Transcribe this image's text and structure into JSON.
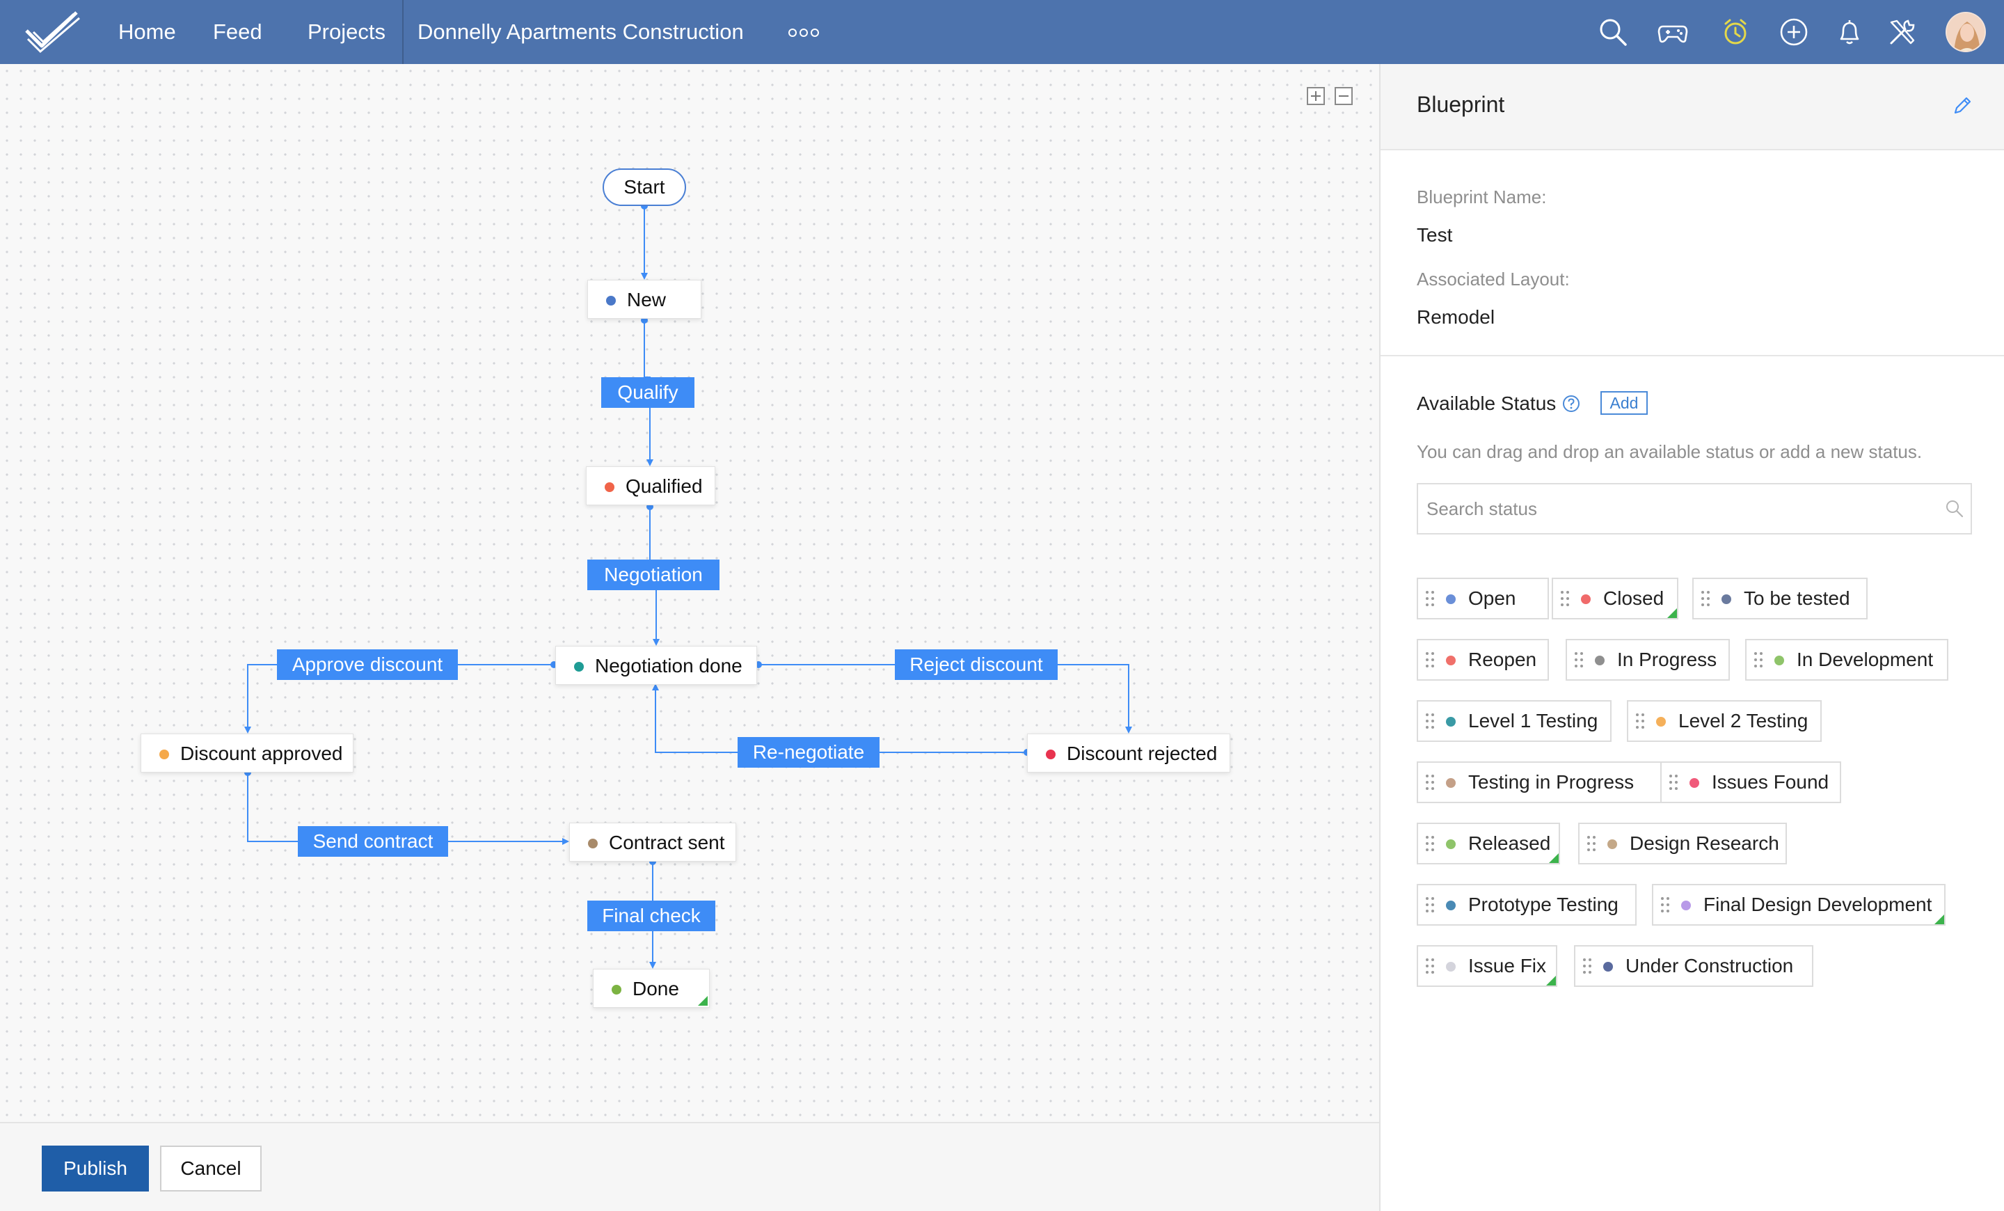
{
  "nav": {
    "home": "Home",
    "feed": "Feed",
    "projects": "Projects",
    "project_name": "Donnelly Apartments Construction"
  },
  "canvas": {
    "start": "Start",
    "nodes": [
      {
        "id": "new",
        "label": "New",
        "color": "#4a78c8"
      },
      {
        "id": "qualified",
        "label": "Qualified",
        "color": "#f06449"
      },
      {
        "id": "negotiation-done",
        "label": "Negotiation done",
        "color": "#1f9c95"
      },
      {
        "id": "discount-approved",
        "label": "Discount approved",
        "color": "#f5a94a"
      },
      {
        "id": "discount-rejected",
        "label": "Discount rejected",
        "color": "#e8334f"
      },
      {
        "id": "contract-sent",
        "label": "Contract sent",
        "color": "#a88a6a"
      },
      {
        "id": "done",
        "label": "Done",
        "color": "#7cb342"
      }
    ],
    "transitions": {
      "qualify": "Qualify",
      "negotiation": "Negotiation",
      "approve_discount": "Approve discount",
      "reject_discount": "Reject discount",
      "renegotiate": "Re-negotiate",
      "send_contract": "Send contract",
      "final_check": "Final check"
    }
  },
  "footer": {
    "publish": "Publish",
    "cancel": "Cancel"
  },
  "panel": {
    "title": "Blueprint",
    "name_label": "Blueprint Name:",
    "name_value": "Test",
    "layout_label": "Associated Layout:",
    "layout_value": "Remodel",
    "available_title": "Available Status",
    "add": "Add",
    "hint": "You can drag and drop an available status or add a new status.",
    "search_placeholder": "Search status",
    "statuses": [
      {
        "label": "Open",
        "color": "#6a8fd8"
      },
      {
        "label": "Closed",
        "color": "#f06a6a"
      },
      {
        "label": "To be tested",
        "color": "#6a7a9e"
      },
      {
        "label": "Reopen",
        "color": "#f0706a"
      },
      {
        "label": "In Progress",
        "color": "#8f8f8f"
      },
      {
        "label": "In Development",
        "color": "#8fc46a"
      },
      {
        "label": "Level 1 Testing",
        "color": "#3a9aa5"
      },
      {
        "label": "Level 2 Testing",
        "color": "#f5b05a"
      },
      {
        "label": "Testing in Progress",
        "color": "#c4a088"
      },
      {
        "label": "Issues Found",
        "color": "#f05a7a"
      },
      {
        "label": "Released",
        "color": "#8fc46a"
      },
      {
        "label": "Design Research",
        "color": "#c4a888"
      },
      {
        "label": "Prototype Testing",
        "color": "#4a8ab5"
      },
      {
        "label": "Final Design Development",
        "color": "#b89ae8"
      },
      {
        "label": "Issue Fix",
        "color": "#d4d4dc"
      },
      {
        "label": "Under Construction",
        "color": "#5a6a9e"
      }
    ]
  }
}
